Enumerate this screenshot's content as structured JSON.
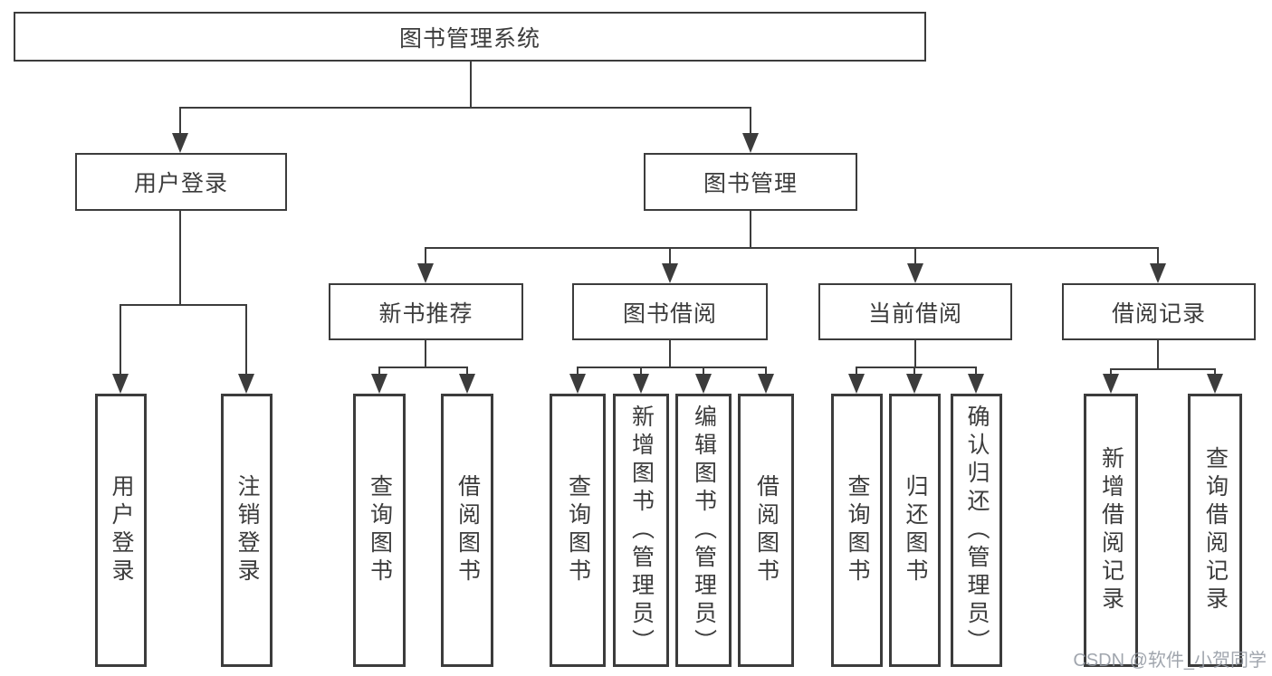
{
  "diagram": {
    "tree": {
      "root": {
        "label": "图书管理系统"
      },
      "branches": [
        {
          "label": "用户登录",
          "leaves": [
            {
              "label": "用户登录"
            },
            {
              "label": "注销登录"
            }
          ]
        },
        {
          "label": "图书管理",
          "groups": [
            {
              "label": "新书推荐",
              "leaves": [
                {
                  "label": "查询图书"
                },
                {
                  "label": "借阅图书"
                }
              ]
            },
            {
              "label": "图书借阅",
              "leaves": [
                {
                  "label": "查询图书"
                },
                {
                  "label": "新增图书（管理员）"
                },
                {
                  "label": "编辑图书（管理员）"
                },
                {
                  "label": "借阅图书"
                }
              ]
            },
            {
              "label": "当前借阅",
              "leaves": [
                {
                  "label": "查询图书"
                },
                {
                  "label": "归还图书"
                },
                {
                  "label": "确认归还（管理员）"
                }
              ]
            },
            {
              "label": "借阅记录",
              "leaves": [
                {
                  "label": "新增借阅记录"
                },
                {
                  "label": "查询借阅记录"
                }
              ]
            }
          ]
        }
      ]
    },
    "colors": {
      "line": "#3c3c3c",
      "text": "#3c3c3c",
      "background": "#ffffff",
      "watermark": "#949aa3"
    }
  },
  "watermark": {
    "text": "CSDN @软件_小贺同学"
  }
}
